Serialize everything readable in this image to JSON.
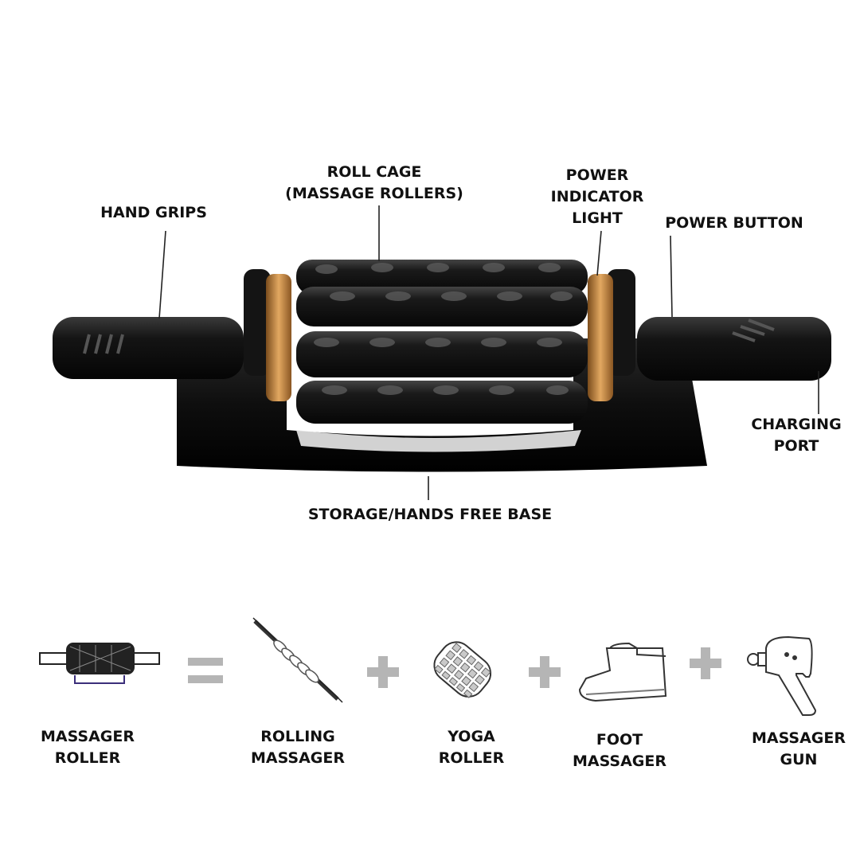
{
  "callouts": {
    "hand_grips": "HAND GRIPS",
    "roll_cage": "ROLL CAGE\n(MASSAGE ROLLERS)",
    "power_indicator": "POWER\nINDICATOR\nLIGHT",
    "power_button": "POWER BUTTON",
    "charging_port": "CHARGING\nPORT",
    "base": "STORAGE/HANDS FREE BASE"
  },
  "equation": {
    "equals_symbol": "=",
    "plus_symbol": "+",
    "items": [
      {
        "icon": "massager-roller-icon",
        "label": "MASSAGER\nROLLER"
      },
      {
        "icon": "rolling-massager-icon",
        "label": "ROLLING\nMASSAGER"
      },
      {
        "icon": "yoga-roller-icon",
        "label": "YOGA\nROLLER"
      },
      {
        "icon": "foot-massager-icon",
        "label": "FOOT\nMASSAGER"
      },
      {
        "icon": "massager-gun-icon",
        "label": "MASSAGER\nGUN"
      }
    ]
  },
  "colors": {
    "device_body": "#111111",
    "bronze_ring": "#c98a3c",
    "operator_gray": "#b5b5b5",
    "label_text": "#111111"
  }
}
